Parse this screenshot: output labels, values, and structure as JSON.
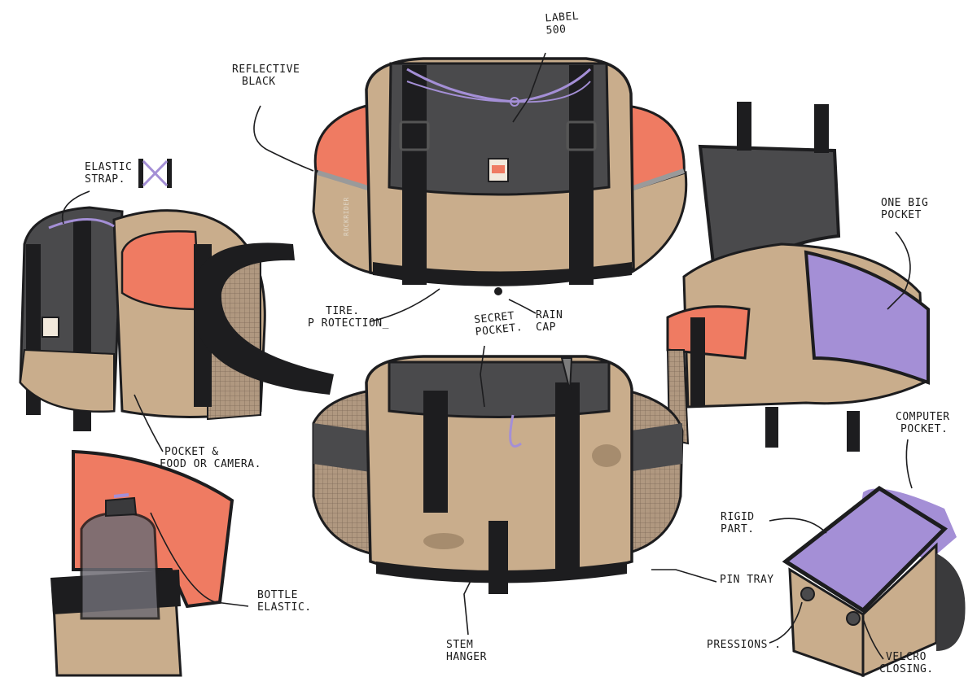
{
  "sheet": {
    "colors": {
      "tan": "#c9ad8c",
      "tan_dark": "#a68c6e",
      "charcoal": "#4a4a4c",
      "black": "#1d1d1f",
      "coral": "#ef7b62",
      "lavender": "#a48fd6",
      "grey": "#7c7c7c",
      "reflective": "#9a9a9a"
    },
    "labels": {
      "label_500": [
        "LABEL",
        "500"
      ],
      "reflective_black": [
        "REFLECTIVE",
        "BLACK"
      ],
      "elastic_strap": [
        "ELASTIC",
        "STRAP."
      ],
      "one_big_pocket": [
        "ONE BIG",
        "POCKET"
      ],
      "tire_protection": [
        "TIRE.",
        "P ROTECTION_"
      ],
      "secret_pocket": [
        "SECRET",
        "POCKET."
      ],
      "rain_cap": [
        "RAIN",
        "CAP"
      ],
      "pocket_food_camera": [
        "POCKET &",
        "FOOD OR CAMERA."
      ],
      "computer_pocket": [
        "COMPUTER",
        "POCKET."
      ],
      "rigid_part": [
        "RIGID",
        "PART."
      ],
      "bottle_elastic": [
        "BOTTLE",
        "ELASTIC."
      ],
      "pin_tray": [
        "PIN TRAY"
      ],
      "pressions": [
        "PRESSIONS ."
      ],
      "stem_hanger": [
        "STEM",
        "HANGER"
      ],
      "velcro_closing": [
        "VELCRO",
        "CLOSING."
      ]
    },
    "brand_tag": "ROCKRIDER"
  }
}
